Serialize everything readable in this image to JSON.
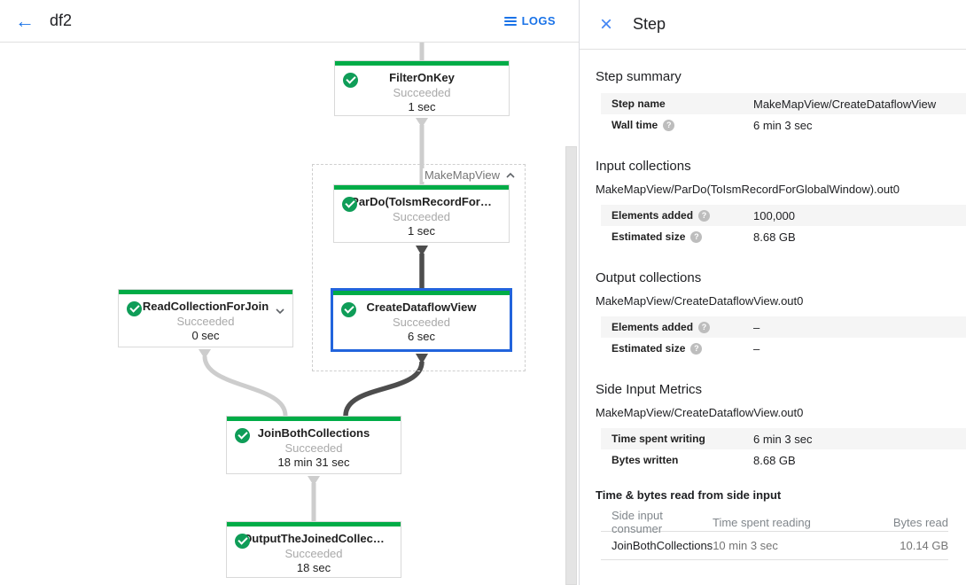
{
  "colors": {
    "accent_blue": "#1a73e8",
    "node_bar_green": "#00ac47",
    "check_green": "#0f9d58",
    "selected_border_blue": "#2264dc",
    "edge_light": "#cdcdcd",
    "edge_dark": "#4d4d4d"
  },
  "topbar": {
    "title": "df2",
    "logs_label": "LOGS"
  },
  "graph": {
    "group_label": "MakeMapView",
    "nodes": {
      "filter": {
        "title": "FilterOnKey",
        "status": "Succeeded",
        "time": "1 sec"
      },
      "pardo": {
        "title": "ParDo(ToIsmRecordFor…",
        "status": "Succeeded",
        "time": "1 sec"
      },
      "create": {
        "title": "CreateDataflowView",
        "status": "Succeeded",
        "time": "6 sec"
      },
      "read": {
        "title": "ReadCollectionForJoin",
        "status": "Succeeded",
        "time": "0 sec"
      },
      "join": {
        "title": "JoinBothCollections",
        "status": "Succeeded",
        "time": "18 min 31 sec"
      },
      "output": {
        "title": "OutputTheJoinedCollec…",
        "status": "Succeeded",
        "time": "18 sec"
      }
    }
  },
  "panel": {
    "title": "Step",
    "step_summary": {
      "heading": "Step summary",
      "rows": [
        {
          "label": "Step name",
          "value": "MakeMapView/CreateDataflowView"
        },
        {
          "label": "Wall time",
          "value": "6 min 3 sec"
        }
      ]
    },
    "input_collections": {
      "heading": "Input collections",
      "subtitle": "MakeMapView/ParDo(ToIsmRecordForGlobalWindow).out0",
      "rows": [
        {
          "label": "Elements added",
          "value": "100,000"
        },
        {
          "label": "Estimated size",
          "value": "8.68 GB"
        }
      ]
    },
    "output_collections": {
      "heading": "Output collections",
      "subtitle": "MakeMapView/CreateDataflowView.out0",
      "rows": [
        {
          "label": "Elements added",
          "value": "–"
        },
        {
          "label": "Estimated size",
          "value": "–"
        }
      ]
    },
    "side_input_metrics": {
      "heading": "Side Input Metrics",
      "subtitle": "MakeMapView/CreateDataflowView.out0",
      "rows": [
        {
          "label": "Time spent writing",
          "value": "6 min 3 sec"
        },
        {
          "label": "Bytes written",
          "value": "8.68 GB"
        }
      ]
    },
    "side_input_table": {
      "heading": "Time & bytes read from side input",
      "columns": [
        "Side input consumer",
        "Time spent reading",
        "Bytes read"
      ],
      "rows": [
        {
          "consumer": "JoinBothCollections",
          "time": "10 min 3 sec",
          "bytes": "10.14 GB"
        }
      ]
    }
  }
}
